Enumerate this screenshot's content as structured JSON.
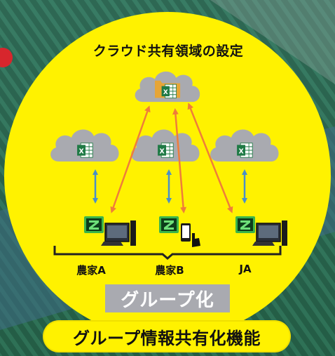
{
  "colors": {
    "circle": "#fff200",
    "cloud": "#a9aab0",
    "sync_arrow": "#4a8fc8",
    "share_arrow": "#ef7d3a",
    "excel_green": "#1f7a45",
    "zaico_green": "#3bb54a"
  },
  "title": "クラウド共有領域の設定",
  "members": [
    {
      "label": "農家A",
      "device": "desktop-pc"
    },
    {
      "label": "農家B",
      "device": "smartphone"
    },
    {
      "label": "JA",
      "device": "desktop-pc"
    }
  ],
  "group_label": "グループ化",
  "feature_label": "グループ情報共有化機能",
  "icons": {
    "cloud": "cloud-icon",
    "folder": "folder-icon",
    "excel": "excel-icon",
    "app": "zaico-app-icon",
    "pc": "desktop-pc-icon",
    "phone": "smartphone-icon",
    "hand": "hand-icon"
  }
}
